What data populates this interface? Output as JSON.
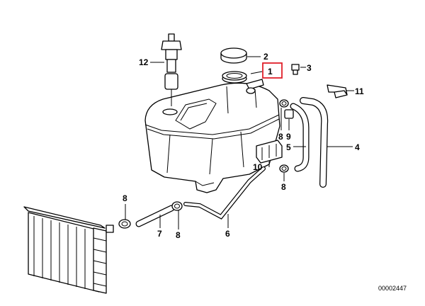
{
  "diagram": {
    "callouts": [
      {
        "id": "12",
        "text": "12"
      },
      {
        "id": "2",
        "text": "2"
      },
      {
        "id": "1",
        "text": "1"
      },
      {
        "id": "3",
        "text": "3"
      },
      {
        "id": "11",
        "text": "11"
      },
      {
        "id": "8a",
        "text": "8"
      },
      {
        "id": "9",
        "text": "9"
      },
      {
        "id": "5",
        "text": "5"
      },
      {
        "id": "4",
        "text": "4"
      },
      {
        "id": "10",
        "text": "10"
      },
      {
        "id": "8b",
        "text": "8"
      },
      {
        "id": "8c",
        "text": "8"
      },
      {
        "id": "7",
        "text": "7"
      },
      {
        "id": "8d",
        "text": "8"
      },
      {
        "id": "6",
        "text": "6"
      }
    ],
    "highlighted_callout": "1",
    "reference_number": "00002447",
    "highlight_color": "#e0202a"
  }
}
